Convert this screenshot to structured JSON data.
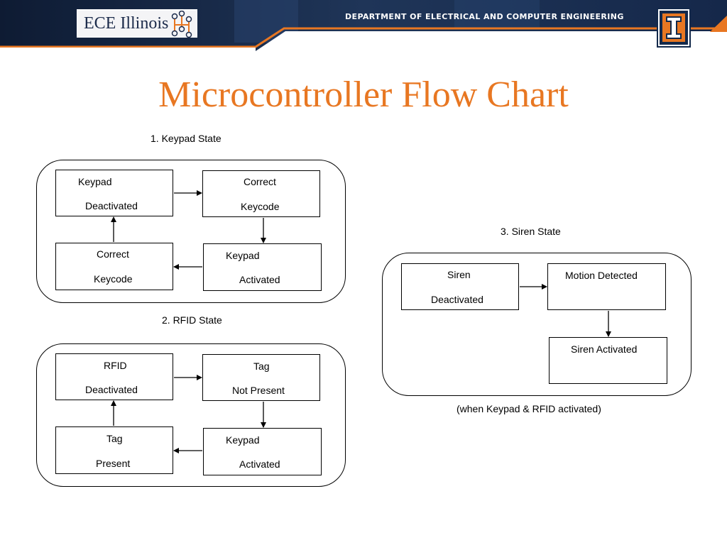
{
  "header": {
    "logo_text": "ECE Illinois",
    "department": "DEPARTMENT OF ELECTRICAL AND COMPUTER ENGINEERING",
    "colors": {
      "navy": "#13294b",
      "orange": "#e87722"
    }
  },
  "title": "Microcontroller Flow Chart",
  "keypad_state": {
    "label": "1. Keypad State",
    "boxes": [
      {
        "line1": "Keypad",
        "line2": "Deactivated"
      },
      {
        "line1": "Correct",
        "line2": "Keycode"
      },
      {
        "line1": "Keypad",
        "line2": "Activated"
      },
      {
        "line1": "Correct",
        "line2": "Keycode"
      }
    ]
  },
  "rfid_state": {
    "label": "2. RFID State",
    "boxes": [
      {
        "line1": "RFID",
        "line2": "Deactivated"
      },
      {
        "line1": "Tag",
        "line2": "Not Present"
      },
      {
        "line1": "Keypad",
        "line2": "Activated"
      },
      {
        "line1": "Tag",
        "line2": "Present"
      }
    ]
  },
  "siren_state": {
    "label": "3. Siren State",
    "boxes": [
      {
        "line1": "Siren",
        "line2": "Deactivated"
      },
      {
        "line1": "Motion Detected"
      },
      {
        "line1": "Siren Activated"
      }
    ],
    "note": "(when Keypad & RFID activated)"
  }
}
